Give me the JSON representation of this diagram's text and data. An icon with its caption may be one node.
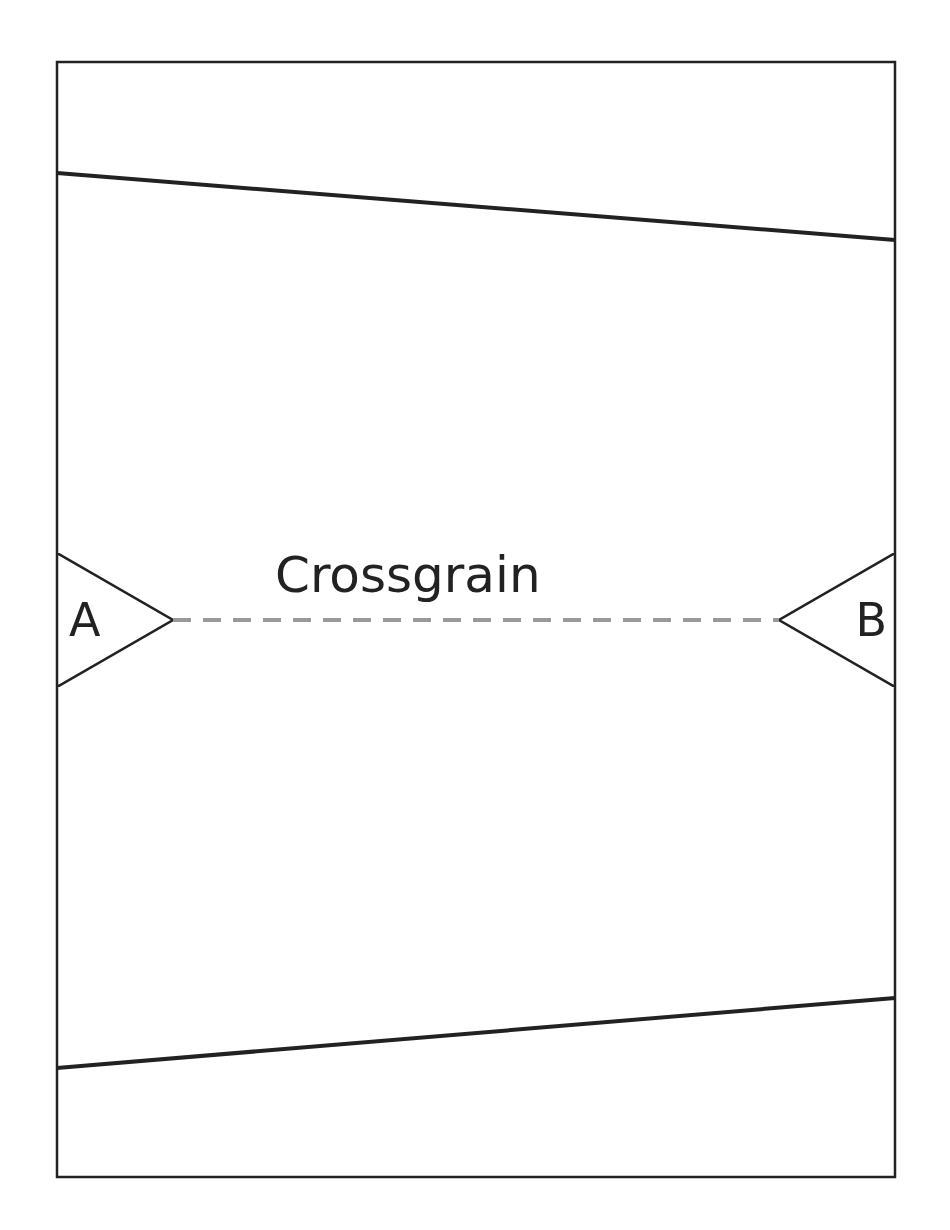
{
  "diagram": {
    "nodes": [
      {
        "text": [
          "A"
        ]
      },
      {
        "text": [
          "B"
        ]
      }
    ],
    "edges": [
      {
        "from": 0,
        "to": 1,
        "arrow": "none",
        "label": "Crossgrain",
        "style": "dashed",
        "color": "#999999"
      }
    ]
  }
}
